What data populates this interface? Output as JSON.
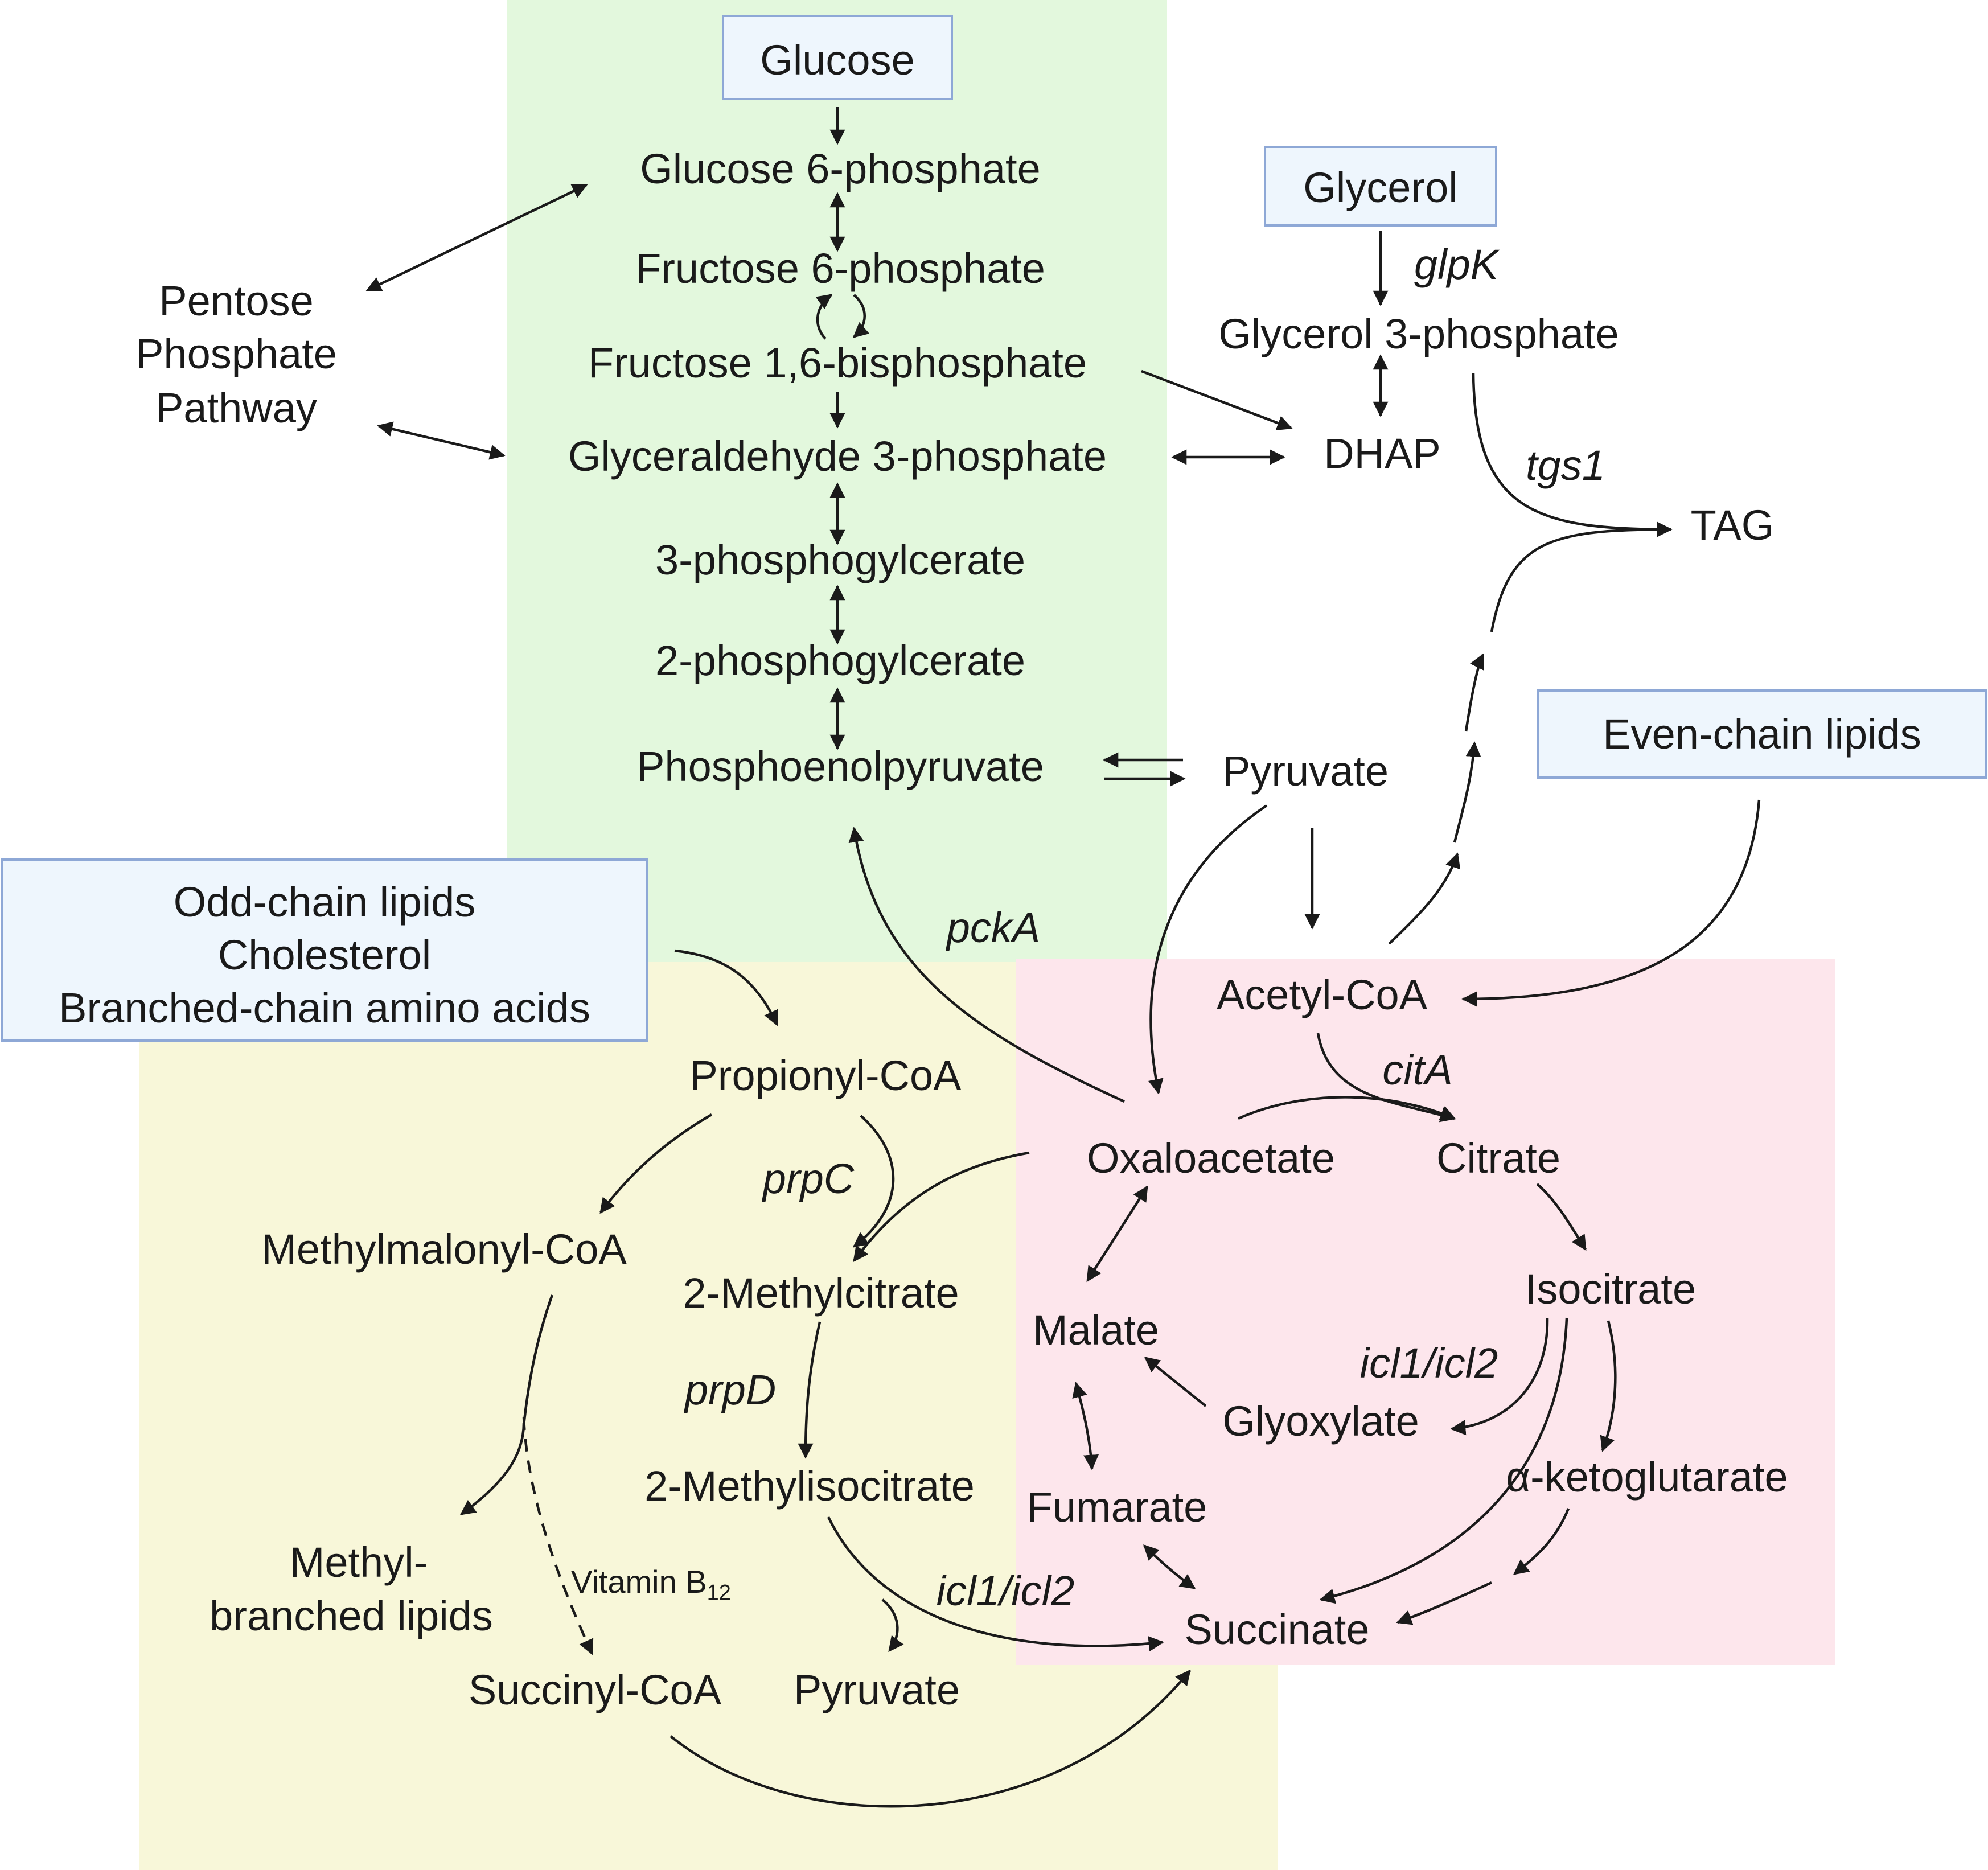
{
  "colors": {
    "glycolysis_region": "#e3f8dd",
    "methylcitrate_region": "#f8f7d9",
    "tca_region": "#fde6ec",
    "source_box_fill": "#eef6fd",
    "source_box_stroke": "#8ea8d6"
  },
  "sources": {
    "glucose": "Glucose",
    "glycerol": "Glycerol",
    "even_chain": "Even-chain lipids",
    "odd_chain_lines": [
      "Odd-chain lipids",
      "Cholesterol",
      "Branched-chain amino acids"
    ]
  },
  "metabolites": {
    "g6p": "Glucose 6-phosphate",
    "f6p": "Fructose 6-phosphate",
    "f16bp": "Fructose 1,6-bisphosphate",
    "g3p": "Glyceraldehyde 3-phosphate",
    "pg3": "3-phosphogylcerate",
    "pg2": "2-phosphogylcerate",
    "pep": "Phosphoenolpyruvate",
    "pyruvate": "Pyruvate",
    "ppp_lines": [
      "Pentose",
      "Phosphate",
      "Pathway"
    ],
    "glycerol3p": "Glycerol 3-phosphate",
    "dhap": "DHAP",
    "tag": "TAG",
    "acetyl_coa": "Acetyl-CoA",
    "oxaloacetate": "Oxaloacetate",
    "citrate": "Citrate",
    "isocitrate": "Isocitrate",
    "malate": "Malate",
    "glyoxylate": "Glyoxylate",
    "fumarate": "Fumarate",
    "akg": "α-ketoglutarate",
    "succinate": "Succinate",
    "propionyl_coa": "Propionyl-CoA",
    "methylmalonyl_coa": "Methylmalonyl-CoA",
    "methylcitrate": "2-Methylcitrate",
    "methylisocitrate": "2-Methylisocitrate",
    "methyl_branched_lines": [
      "Methyl-",
      "branched lipids"
    ],
    "succinyl_coa": "Succinyl-CoA",
    "pyruvate2": "Pyruvate"
  },
  "enzymes": {
    "glpk": "glpK",
    "tgs1": "tgs1",
    "pcka": "pckA",
    "cita": "citA",
    "prpc": "prpC",
    "prpd": "prpD",
    "icl_glyoxylate": "icl1/icl2",
    "icl_methylcitrate": "icl1/icl2"
  },
  "cofactor": {
    "label": "Vitamin B",
    "subscript": "12"
  }
}
